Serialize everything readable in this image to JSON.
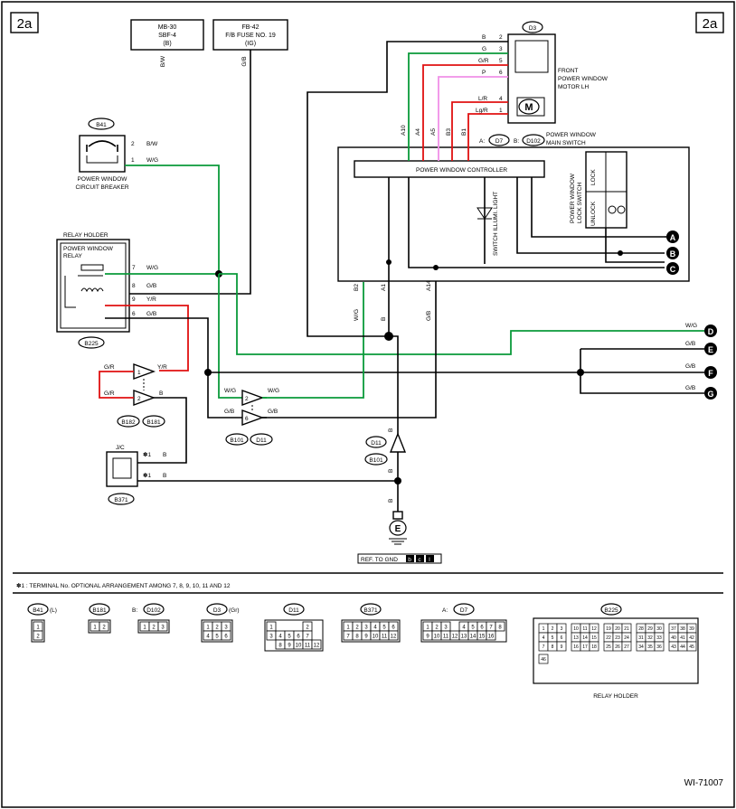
{
  "section_tag": "2a",
  "figure_id": "WI-71007",
  "footnote": "✽1  : TERMINAL No. OPTIONAL ARRANGEMENT AMONG 7, 8, 9, 10, 11 AND 12",
  "fuse_mb30": {
    "line1": "MB-30",
    "line2": "SBF-4",
    "line3": "(B)"
  },
  "fuse_fb42": {
    "line1": "FB-42",
    "line2": "F/B FUSE NO. 19",
    "line3": "(IG)"
  },
  "breaker": {
    "connector": "B41",
    "label1": "POWER WINDOW",
    "label2": "CIRCUIT BREAKER",
    "pin2": "2",
    "pin1": "1",
    "w2": "B/W",
    "w1": "W/G"
  },
  "relay": {
    "holder": "RELAY HOLDER",
    "name1": "POWER WINDOW",
    "name2": "RELAY",
    "connector": "B225",
    "pins": [
      {
        "n": "7",
        "c": "W/G"
      },
      {
        "n": "8",
        "c": "G/B"
      },
      {
        "n": "9",
        "c": "Y/R"
      },
      {
        "n": "6",
        "c": "G/B"
      }
    ]
  },
  "motor": {
    "connector": "D3",
    "label1": "FRONT",
    "label2": "POWER WINDOW",
    "label3": "MOTOR LH",
    "symbol": "M",
    "pins": [
      {
        "n": "2",
        "c": "B"
      },
      {
        "n": "3",
        "c": "G"
      },
      {
        "n": "5",
        "c": "G/R"
      },
      {
        "n": "6",
        "c": "P"
      },
      {
        "n": "4",
        "c": "L/R"
      },
      {
        "n": "1",
        "c": "Lg/R"
      }
    ]
  },
  "main_switch": {
    "label1": "POWER WINDOW",
    "label2": "MAIN SWITCH",
    "prefix_a": "A:",
    "conn_a": "D7",
    "prefix_b": "B:",
    "conn_b": "D102",
    "controller": "POWER WINDOW CONTROLLER",
    "illumi": "SWITCH ILLUMI. LIGHT",
    "lock_switch1": "POWER WINDOW",
    "lock_switch2": "LOCK SWITCH",
    "lock": "LOCK",
    "unlock": "UNLOCK",
    "top_pins": [
      "A10",
      "A4",
      "A5",
      "B3",
      "B1"
    ],
    "bottom_pins": [
      "B2",
      "A1",
      "A14"
    ],
    "bottom_colors": [
      "W/G",
      "B",
      "G/B"
    ]
  },
  "outputs": [
    {
      "letter": "A"
    },
    {
      "letter": "B"
    },
    {
      "letter": "C"
    },
    {
      "letter": "D",
      "c": "W/G"
    },
    {
      "letter": "E",
      "c": "G/B"
    },
    {
      "letter": "F",
      "c": "G/B"
    },
    {
      "letter": "G",
      "c": "G/B"
    }
  ],
  "ground": {
    "symbol": "E",
    "ref": "REF. TO GND",
    "refs": [
      "b",
      "c",
      "l"
    ],
    "w1": "B",
    "w2": "B",
    "w3": "B"
  },
  "joint_connector": {
    "name": "J/C",
    "connector": "B371",
    "mark": "✽1",
    "c1": "B",
    "c2": "B"
  },
  "conn_b182_b181": {
    "a": "B182",
    "b": "B181",
    "c1": "G/R",
    "c2": "Y/R",
    "c3": "G/R",
    "c4": "B",
    "p1": "1",
    "p2": "2"
  },
  "conn_b101_d11": {
    "a": "B101",
    "b": "D11",
    "c1": "W/G",
    "c2": "W/G",
    "c3": "G/B",
    "c4": "G/B",
    "p1": "2",
    "p2": "6"
  },
  "conn_d11_b101": {
    "a": "D11",
    "b": "B101"
  },
  "legend": [
    {
      "name": "B41",
      "suffix": "(L)",
      "rows": [
        [
          "1"
        ],
        [
          "2"
        ]
      ]
    },
    {
      "name": "B181",
      "suffix": "",
      "rows": [
        [
          "1",
          "2"
        ]
      ]
    },
    {
      "name": "D102",
      "prefix": "B:",
      "suffix": "",
      "rows": [
        [
          "1",
          "2",
          "3"
        ]
      ]
    },
    {
      "name": "D3",
      "suffix": "(Gr)",
      "rows": [
        [
          "1",
          "2",
          "3"
        ],
        [
          "4",
          "5",
          "6"
        ]
      ]
    },
    {
      "name": "D11",
      "suffix": "",
      "rows": [
        [
          "1",
          "",
          "",
          "",
          "2"
        ],
        [
          "3",
          "4",
          "5",
          "6",
          "7"
        ],
        [
          "",
          "8",
          "9",
          "10",
          "11",
          "12"
        ]
      ]
    },
    {
      "name": "B371",
      "suffix": "",
      "rows": [
        [
          "1",
          "2",
          "3",
          "4",
          "5",
          "6"
        ],
        [
          "7",
          "8",
          "9",
          "10",
          "11",
          "12"
        ]
      ]
    },
    {
      "name": "D7",
      "prefix": "A:",
      "suffix": "",
      "rows": [
        [
          "1",
          "2",
          "3",
          "",
          "4",
          "5",
          "6",
          "7",
          "8"
        ],
        [
          "9",
          "10",
          "11",
          "12",
          "13",
          "14",
          "15",
          "16"
        ]
      ]
    },
    {
      "name": "B225",
      "suffix": "",
      "holder": "RELAY HOLDER"
    }
  ]
}
